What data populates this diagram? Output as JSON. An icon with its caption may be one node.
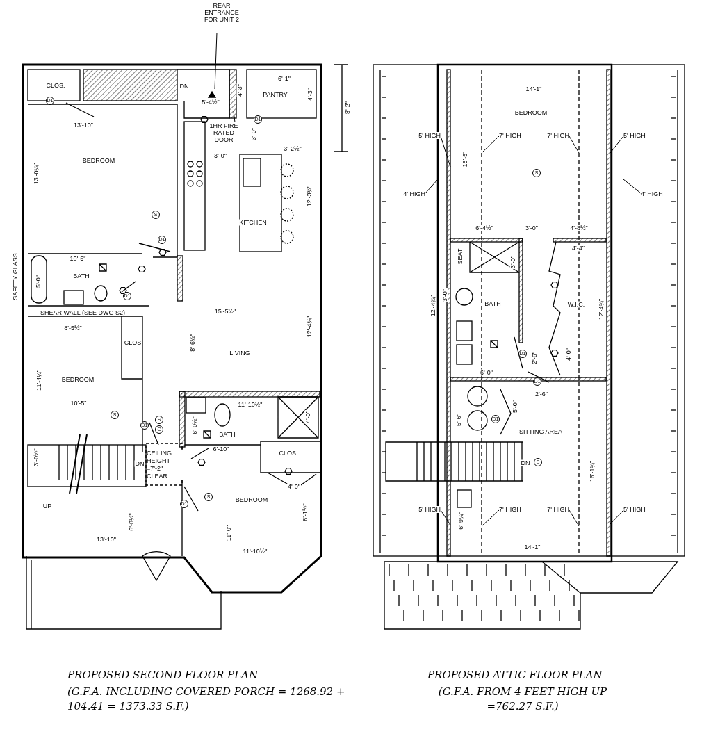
{
  "diagram": {
    "nodes": [
      {
        "text": [
          "REAR ENTRANCE FOR UNIT 2"
        ]
      },
      {
        "text": [
          "1HR FIRE RATED DOOR"
        ]
      },
      {
        "text": [
          "5' HIGH"
        ]
      },
      {
        "text": [
          "7' HIGH"
        ]
      },
      {
        "text": [
          "7' HIGH"
        ]
      },
      {
        "text": [
          "5' HIGH"
        ]
      },
      {
        "text": [
          "4' HIGH"
        ]
      },
      {
        "text": [
          "4' HIGH"
        ]
      },
      {
        "text": [
          "5' HIGH"
        ]
      },
      {
        "text": [
          "7' HIGH"
        ]
      },
      {
        "text": [
          "7' HIGH"
        ]
      },
      {
        "text": [
          "5' HIGH"
        ]
      }
    ],
    "edges": [
      {
        "from": 0,
        "to": null,
        "arrow": "none"
      },
      {
        "from": 1,
        "to": null,
        "arrow": "none"
      },
      {
        "from": 2,
        "to": null,
        "arrow": "none"
      },
      {
        "from": 3,
        "to": null,
        "arrow": "none"
      },
      {
        "from": 4,
        "to": null,
        "arrow": "none"
      },
      {
        "from": 5,
        "to": null,
        "arrow": "none"
      },
      {
        "from": 6,
        "to": null,
        "arrow": "none"
      },
      {
        "from": 7,
        "to": null,
        "arrow": "none"
      },
      {
        "from": 8,
        "to": null,
        "arrow": "none"
      },
      {
        "from": 9,
        "to": null,
        "arrow": "none"
      },
      {
        "from": 10,
        "to": null,
        "arrow": "none"
      },
      {
        "from": 11,
        "to": null,
        "arrow": "none"
      }
    ],
    "labels": [
      "CLOS.",
      "DN",
      "PANTRY",
      "6'-1\"",
      "4'-3\"",
      "4'-3\"",
      "5'-4½\"",
      "8'-2\"",
      "13'-10\"",
      "3'-0\"",
      "3'-0\"",
      "3'-2½\"",
      "BEDROOM",
      "13'-0¼\"",
      "S",
      "KITCHEN",
      "12'-3¾\"",
      "D1",
      "D1",
      "D1",
      "10'-5\"",
      "BATH",
      "5'-0\"",
      "D1",
      "SAFETY GLASS",
      "SHEAR WALL (SEE DWG S2)",
      "15'-5½\"",
      "12'-4¾\"",
      "8'-5½\"",
      "CLOS",
      "8'-6½\"",
      "LIVING",
      "BEDROOM",
      "11'-4¼\"",
      "10'-5\"",
      "S",
      "D1",
      "S",
      "C",
      "11'-10½\"",
      "4'-0\"",
      "6'-0½\"",
      "BATH",
      "6'-10\"",
      "CEILING HEIGHT =7'-2\" CLEAR",
      "DN",
      "3'-0½\"",
      "CLOS.",
      "4'-0\"",
      "S",
      "BEDROOM",
      "8'-1½\"",
      "UP",
      "6'-8¼\"",
      "D1",
      "13'-10\"",
      "11'-0\"",
      "11'-10½\"",
      "14'-1\"",
      "BEDROOM",
      "S",
      "15'-5\"",
      "6'-4½\"",
      "3'-0\"",
      "4'-8½\"",
      "SEAT",
      "3'-0\"",
      "4'-4\"",
      "12'-4¾\"",
      "3'-0\"",
      "BATH",
      "W.I.C.",
      "12'-4¾\"",
      "2'-6\"",
      "D1",
      "4'-0\"",
      "6'-0\"",
      "D1",
      "2'-6\"",
      "5'-0\"",
      "5'-6\"",
      "D1",
      "SITTING AREA",
      "DN",
      "S",
      "16'-1¼\"",
      "6'-9¼\"",
      "14'-1\"",
      "PROPOSED SECOND FLOOR PLAN",
      "(G.F.A. INCLUDING COVERED PORCH = 1268.92 + 104.41 = 1373.33 S.F.)",
      "PROPOSED ATTIC FLOOR PLAN",
      "(G.F.A. FROM 4 FEET HIGH UP =762.27 S.F.)"
    ]
  }
}
